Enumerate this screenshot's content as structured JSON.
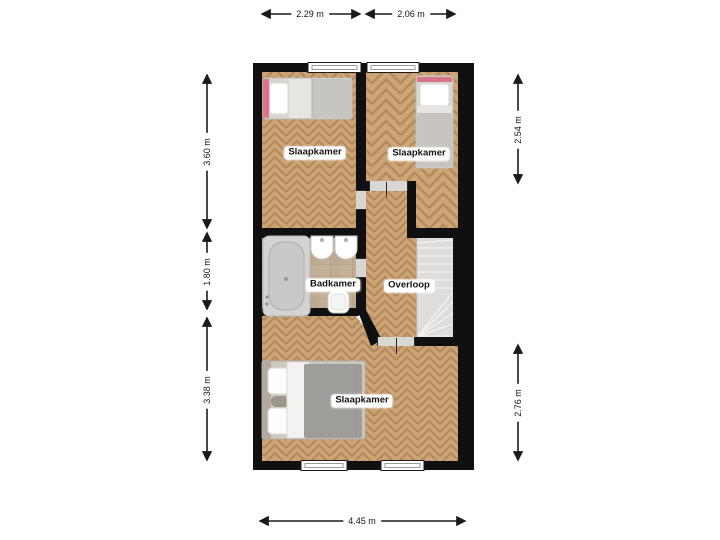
{
  "plan_type": "floorplan",
  "rooms": [
    {
      "id": "slaapkamer-top-left",
      "label": "Slaapkamer"
    },
    {
      "id": "slaapkamer-top-right",
      "label": "Slaapkamer"
    },
    {
      "id": "badkamer",
      "label": "Badkamer"
    },
    {
      "id": "overloop",
      "label": "Overloop"
    },
    {
      "id": "slaapkamer-bottom",
      "label": "Slaapkamer"
    }
  ],
  "dimensions": {
    "top": [
      {
        "edge": "top-left-room-width",
        "label": "2.29 m"
      },
      {
        "edge": "top-right-room-width",
        "label": "2.06 m"
      }
    ],
    "left": [
      {
        "edge": "left-upper",
        "label": "3.60 m"
      },
      {
        "edge": "left-middle",
        "label": "1.80 m"
      },
      {
        "edge": "left-lower",
        "label": "3.38 m"
      }
    ],
    "right": [
      {
        "edge": "right-upper",
        "label": "2.54 m"
      },
      {
        "edge": "right-lower",
        "label": "2.76 m"
      }
    ],
    "bottom": [
      {
        "edge": "total-width",
        "label": "4.45 m"
      }
    ]
  },
  "fixtures": [
    "bed-single-top-left",
    "bed-single-top-right",
    "bed-double-bottom",
    "bathtub",
    "sink",
    "sink",
    "toilet",
    "stairs-winder",
    "window-top-1",
    "window-top-2",
    "window-bottom-1",
    "window-bottom-2",
    "door-bedroom-left",
    "door-bathroom",
    "door-bedroom-right",
    "door-bedroom-bottom"
  ],
  "colors": {
    "background": "#ffffff",
    "wall": "#101010",
    "wood": "#c79e6e",
    "wood_dark": "#a97f54",
    "wood_light": "#d8b284",
    "tile": "#c1af95",
    "stairs": "#dedddb",
    "bed_blanket": "#c6c5c1",
    "bed_duvet_dark": "#9e9d9a",
    "accent_pink": "#d8758b",
    "fixture_white": "#ffffff",
    "dimension_line": "#1a1a1a"
  }
}
